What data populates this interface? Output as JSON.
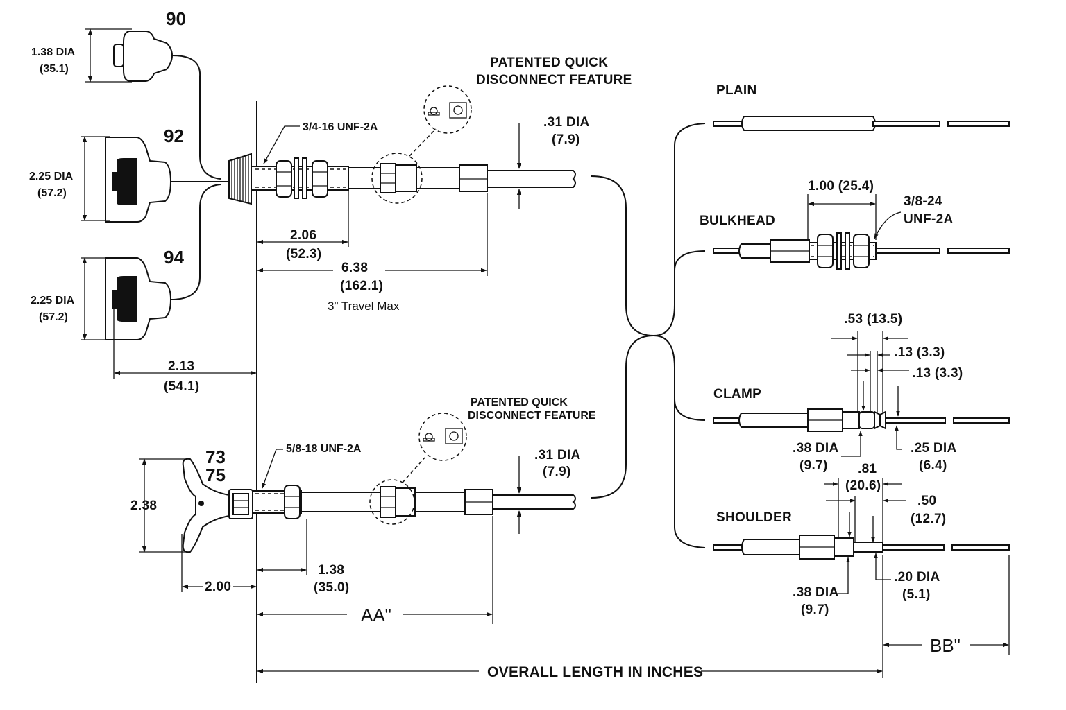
{
  "handles": {
    "h90": {
      "model": "90",
      "dia": "1.38 DIA",
      "dia_mm": "(35.1)"
    },
    "h92": {
      "model": "92",
      "dia": "2.25 DIA",
      "dia_mm": "(57.2)"
    },
    "h94": {
      "model": "94",
      "dia": "2.25 DIA",
      "dia_mm": "(57.2)"
    },
    "h7375": {
      "model_a": "73",
      "model_b": "75",
      "height": "2.38",
      "depth": "2.00"
    }
  },
  "upper_cable": {
    "thread": "3/4-16 UNF-2A",
    "qd_title_1": "PATENTED QUICK",
    "qd_title_2": "DISCONNECT FEATURE",
    "rod_dia": ".31 DIA",
    "rod_dia_mm": "(7.9)",
    "dim_2_06": "2.06",
    "dim_2_06_mm": "(52.3)",
    "dim_6_38": "6.38",
    "dim_6_38_mm": "(162.1)",
    "travel": "3\" Travel Max",
    "dim_2_13": "2.13",
    "dim_2_13_mm": "(54.1)"
  },
  "lower_cable": {
    "thread": "5/8-18 UNF-2A",
    "qd_title_1": "PATENTED QUICK",
    "qd_title_2": "DISCONNECT FEATURE",
    "rod_dia": ".31 DIA",
    "rod_dia_mm": "(7.9)",
    "dim_1_38": "1.38",
    "dim_1_38_mm": "(35.0)",
    "aa": "AA\""
  },
  "ends": {
    "plain": {
      "label": "PLAIN"
    },
    "bulkhead": {
      "label": "BULKHEAD",
      "len": "1.00 (25.4)",
      "thread_1": "3/8-24",
      "thread_2": "UNF-2A"
    },
    "clamp": {
      "label": "CLAMP",
      "d1": ".53 (13.5)",
      "d2": ".13 (3.3)",
      "d3": ".13 (3.3)",
      "body_dia": ".38 DIA",
      "body_dia_mm": "(9.7)",
      "tip_dia": ".25 DIA",
      "tip_dia_mm": "(6.4)"
    },
    "shoulder": {
      "label": "SHOULDER",
      "d1": ".81",
      "d1_mm": "(20.6)",
      "d2": ".50",
      "d2_mm": "(12.7)",
      "body_dia": ".38 DIA",
      "body_dia_mm": "(9.7)",
      "tip_dia": ".20 DIA",
      "tip_dia_mm": "(5.1)"
    }
  },
  "overall": {
    "label": "OVERALL LENGTH IN INCHES",
    "bb": "BB\""
  }
}
